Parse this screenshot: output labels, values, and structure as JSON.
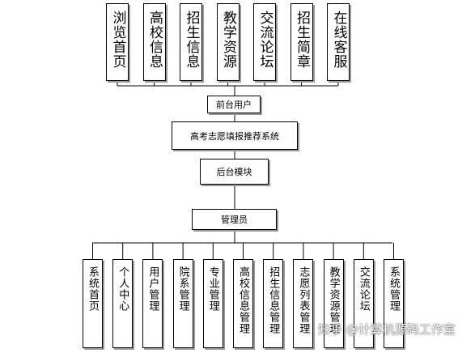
{
  "top_modules": [
    "浏览首页",
    "高校信息",
    "招生信息",
    "教学资源",
    "交流论坛",
    "招生简章",
    "在线客服"
  ],
  "front_user": "前台用户",
  "system_name": "高考志愿填报推荐系统",
  "backend_module": "后台模块",
  "admin": "管理员",
  "bottom_modules": [
    "系统首页",
    "个人中心",
    "用户管理",
    "院系管理",
    "专业管理",
    "高校信息管理",
    "招生信息管理",
    "志愿列表管理",
    "教学资源管理",
    "交流论坛",
    "系统管理"
  ],
  "watermark": "知乎 @计算机源码工作室",
  "colors": {
    "line": "#000000",
    "box_fill": "#ffffff",
    "shadow": "#9a9a9a"
  }
}
